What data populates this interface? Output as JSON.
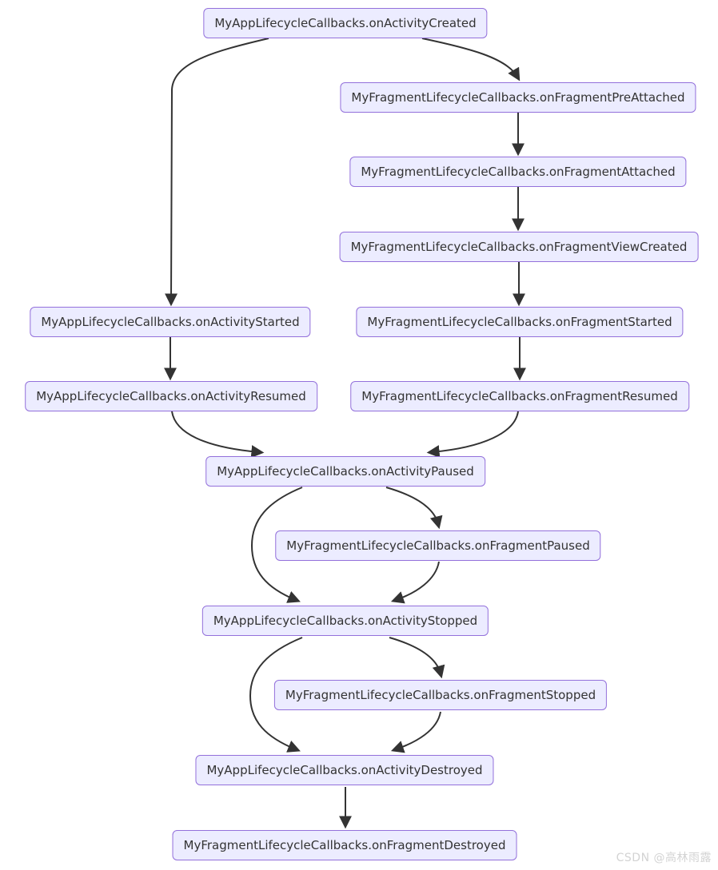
{
  "diagram": {
    "type": "flowchart",
    "direction": "top-down",
    "topic": "Android Application/Fragment lifecycle callbacks order",
    "colors": {
      "node_fill": "#ECECFF",
      "node_border": "#9370DB",
      "edge": "#333333",
      "text": "#333333",
      "background": "#FFFFFF"
    },
    "nodes": [
      {
        "id": "activityCreated",
        "label": "MyAppLifecycleCallbacks.onActivityCreated"
      },
      {
        "id": "fragmentPreAttached",
        "label": "MyFragmentLifecycleCallbacks.onFragmentPreAttached"
      },
      {
        "id": "fragmentAttached",
        "label": "MyFragmentLifecycleCallbacks.onFragmentAttached"
      },
      {
        "id": "fragmentViewCreated",
        "label": "MyFragmentLifecycleCallbacks.onFragmentViewCreated"
      },
      {
        "id": "activityStarted",
        "label": "MyAppLifecycleCallbacks.onActivityStarted"
      },
      {
        "id": "fragmentStarted",
        "label": "MyFragmentLifecycleCallbacks.onFragmentStarted"
      },
      {
        "id": "activityResumed",
        "label": "MyAppLifecycleCallbacks.onActivityResumed"
      },
      {
        "id": "fragmentResumed",
        "label": "MyFragmentLifecycleCallbacks.onFragmentResumed"
      },
      {
        "id": "activityPaused",
        "label": "MyAppLifecycleCallbacks.onActivityPaused"
      },
      {
        "id": "fragmentPaused",
        "label": "MyFragmentLifecycleCallbacks.onFragmentPaused"
      },
      {
        "id": "activityStopped",
        "label": "MyAppLifecycleCallbacks.onActivityStopped"
      },
      {
        "id": "fragmentStopped",
        "label": "MyFragmentLifecycleCallbacks.onFragmentStopped"
      },
      {
        "id": "activityDestroyed",
        "label": "MyAppLifecycleCallbacks.onActivityDestroyed"
      },
      {
        "id": "fragmentDestroyed",
        "label": "MyFragmentLifecycleCallbacks.onFragmentDestroyed"
      }
    ],
    "edges": [
      {
        "from": "activityCreated",
        "to": "fragmentPreAttached"
      },
      {
        "from": "activityCreated",
        "to": "activityStarted"
      },
      {
        "from": "fragmentPreAttached",
        "to": "fragmentAttached"
      },
      {
        "from": "fragmentAttached",
        "to": "fragmentViewCreated"
      },
      {
        "from": "fragmentViewCreated",
        "to": "fragmentStarted"
      },
      {
        "from": "fragmentStarted",
        "to": "fragmentResumed"
      },
      {
        "from": "activityStarted",
        "to": "activityResumed"
      },
      {
        "from": "activityResumed",
        "to": "activityPaused"
      },
      {
        "from": "fragmentResumed",
        "to": "activityPaused"
      },
      {
        "from": "activityPaused",
        "to": "fragmentPaused"
      },
      {
        "from": "activityPaused",
        "to": "activityStopped"
      },
      {
        "from": "fragmentPaused",
        "to": "activityStopped"
      },
      {
        "from": "activityStopped",
        "to": "fragmentStopped"
      },
      {
        "from": "activityStopped",
        "to": "activityDestroyed"
      },
      {
        "from": "fragmentStopped",
        "to": "activityDestroyed"
      },
      {
        "from": "activityDestroyed",
        "to": "fragmentDestroyed"
      }
    ]
  },
  "watermark": {
    "text": "CSDN @高林雨露"
  }
}
